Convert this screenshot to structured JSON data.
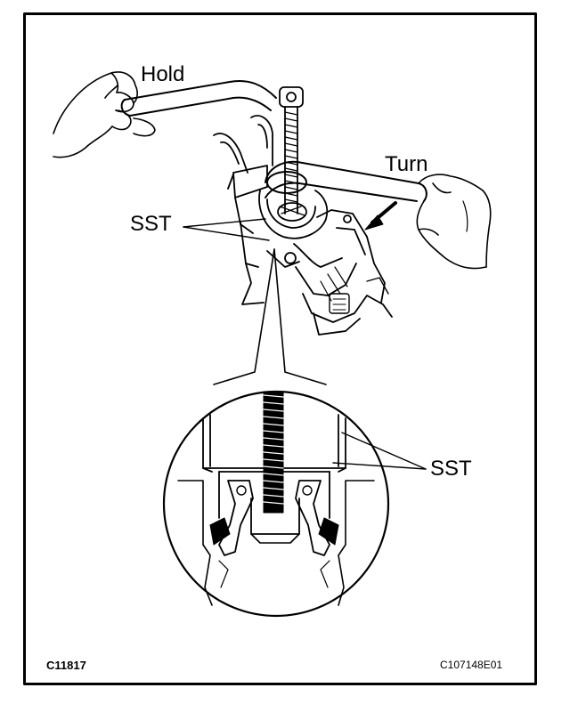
{
  "labels": {
    "hold": "Hold",
    "turn": "Turn",
    "sst_upper": "SST",
    "sst_lower": "SST",
    "code_left": "C11817",
    "code_right": "C107148E01"
  },
  "colors": {
    "ink": "#000000",
    "paper": "#ffffff"
  }
}
